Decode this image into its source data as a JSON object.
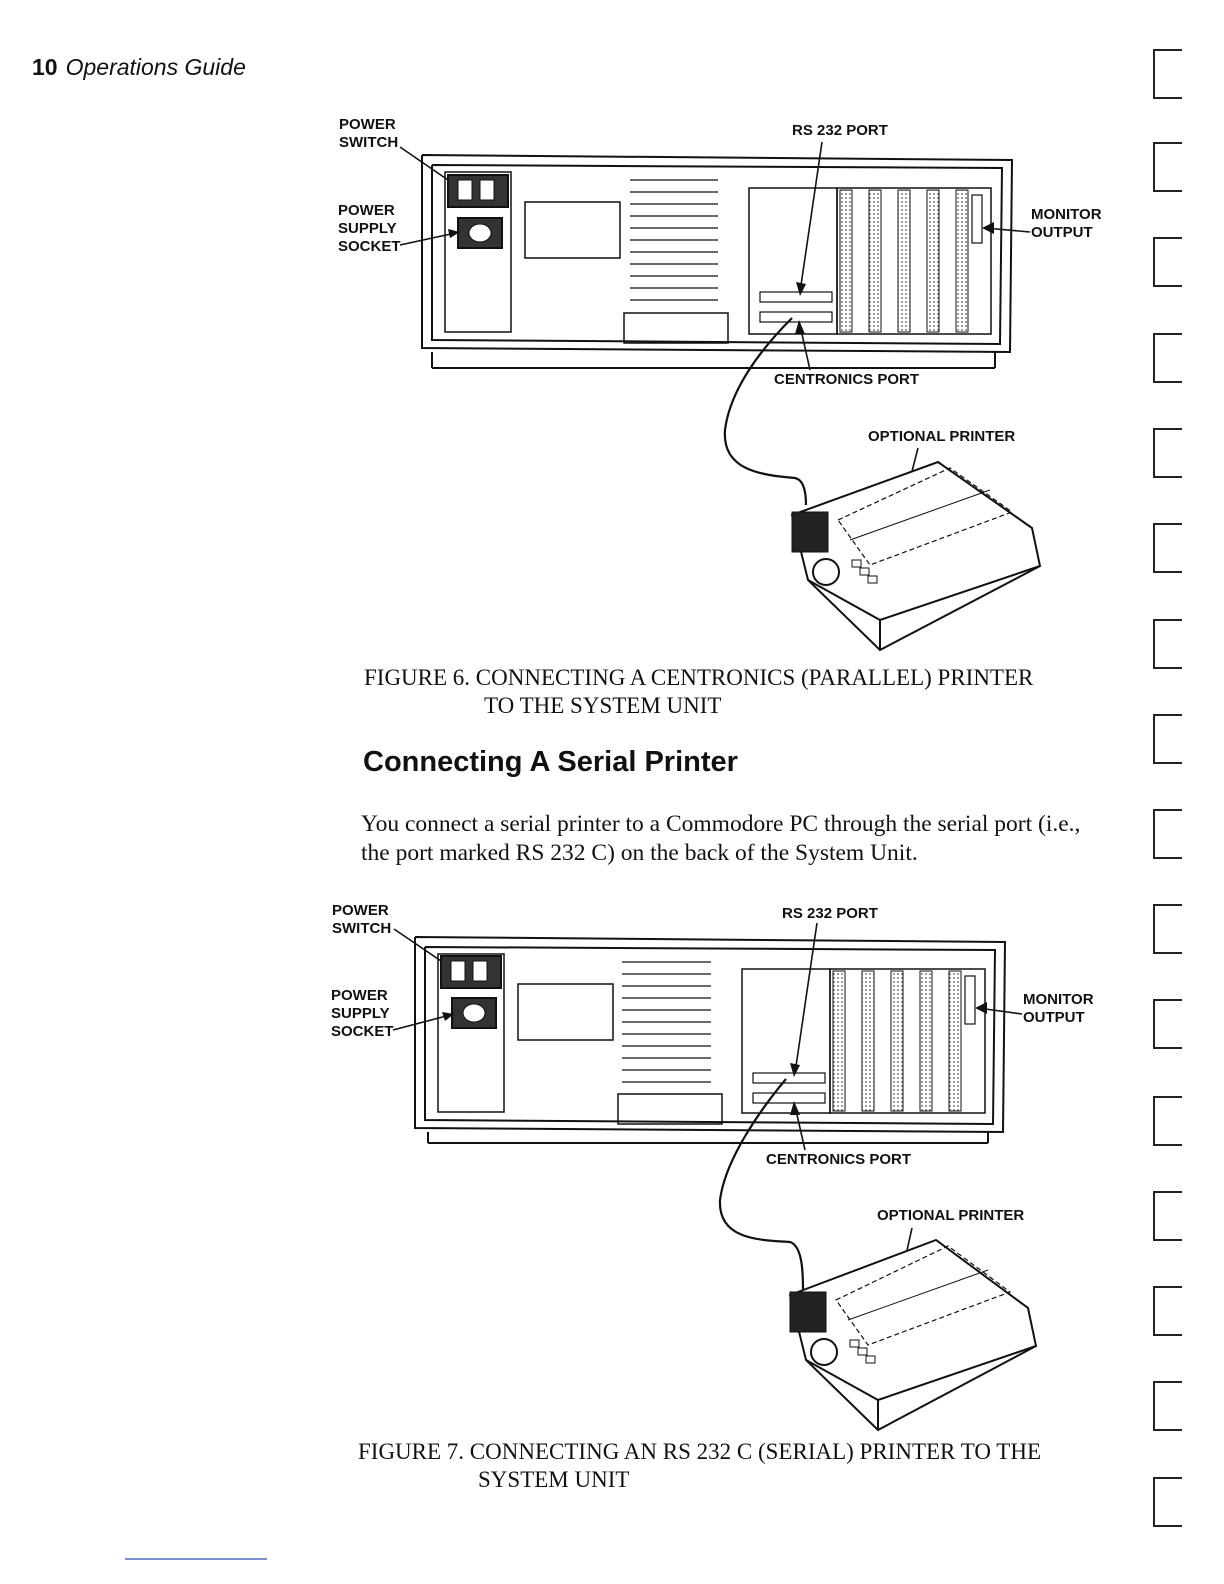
{
  "header": {
    "page_number": "10",
    "title": "Operations Guide"
  },
  "figure6": {
    "labels": {
      "power_switch": [
        "POWER",
        "SWITCH"
      ],
      "power_supply_socket": [
        "POWER",
        "SUPPLY",
        "SOCKET"
      ],
      "rs232_port": "RS 232 PORT",
      "monitor_output": [
        "MONITOR",
        "OUTPUT"
      ],
      "centronics_port": "CENTRONICS PORT",
      "optional_printer": "OPTIONAL PRINTER"
    },
    "caption": [
      "FIGURE 6. CONNECTING A CENTRONICS (PARALLEL) PRINTER",
      "TO THE SYSTEM UNIT"
    ]
  },
  "section": {
    "heading": "Connecting A Serial Printer",
    "paragraph": "You connect a serial printer to a Commodore PC through the serial port (i.e., the port marked RS 232 C) on the back of the System Unit."
  },
  "figure7": {
    "labels": {
      "power_switch": [
        "POWER",
        "SWITCH"
      ],
      "power_supply_socket": [
        "POWER",
        "SUPPLY",
        "SOCKET"
      ],
      "rs232_port": "RS 232 PORT",
      "monitor_output": [
        "MONITOR",
        "OUTPUT"
      ],
      "centronics_port": "CENTRONICS PORT",
      "optional_printer": "OPTIONAL PRINTER"
    },
    "caption": [
      "FIGURE 7. CONNECTING AN RS 232 C (SERIAL) PRINTER TO THE",
      "SYSTEM UNIT"
    ]
  },
  "icons": {
    "computer": "system-unit-rear-icon",
    "printer": "dot-matrix-printer-icon",
    "tab": "index-tab-icon"
  }
}
